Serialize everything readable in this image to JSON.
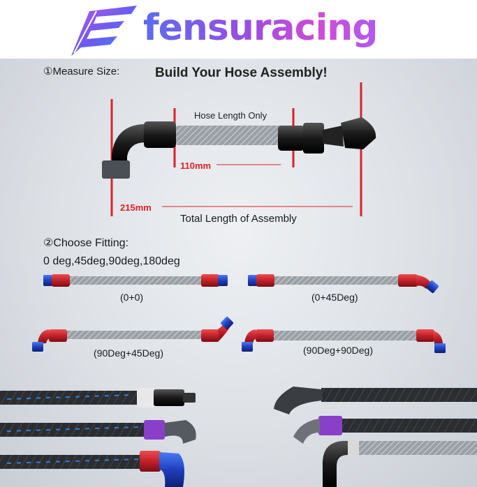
{
  "brand": {
    "name": "fensuracing",
    "logo_icon": "fe-logo-icon"
  },
  "measure": {
    "step_label": "①Measure Size:",
    "heading": "Build Your Hose Assembly!",
    "hose_length_label": "Hose Length Only",
    "hose_length_value": "110mm",
    "total_length_value": "215mm",
    "total_length_label": "Total Length of Assembly"
  },
  "fitting": {
    "step_label": "②Choose Fitting:",
    "options_text": "0 deg,45deg,90deg,180deg",
    "captions": [
      "(0+0)",
      "(0+45Deg)",
      "(90Deg+45Deg)",
      "(90Deg+90Deg)"
    ]
  },
  "colors": {
    "accent_red": "#d8232a",
    "fitting_red": "#c4202a",
    "fitting_blue": "#1f3fc0",
    "brand_purple": "#9b4de0"
  }
}
